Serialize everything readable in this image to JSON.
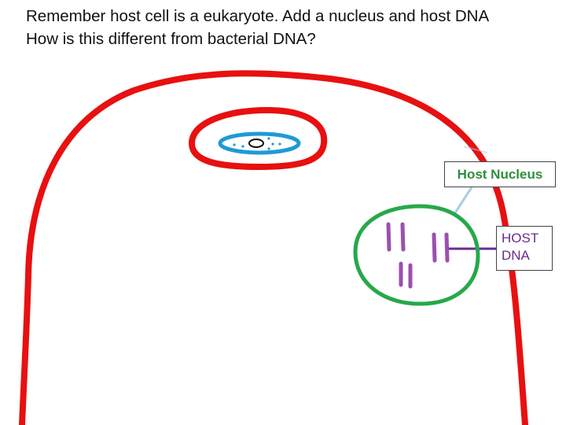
{
  "prompt": {
    "line1": "Remember host cell is a eukaryote. Add a nucleus and host DNA",
    "line2": "How is this different from bacterial DNA?"
  },
  "labels": {
    "host_nucleus": "Host Nucleus",
    "host_dna_line1": "HOST",
    "host_dna_line2": "DNA"
  },
  "colors": {
    "cell_membrane": "#e81010",
    "inner_organelle": "#e81010",
    "bacterium": "#1e9ad6",
    "bacterial_dna": "#111111",
    "host_nucleus": "#27a84a",
    "host_dna": "#9b4fb0",
    "host_dna_label_text": "#6a2d8c",
    "host_nucleus_label_text": "#2f8f3b",
    "nucleus_pointer": "#a6cfe0",
    "dna_pointer": "#6a2d8c"
  }
}
